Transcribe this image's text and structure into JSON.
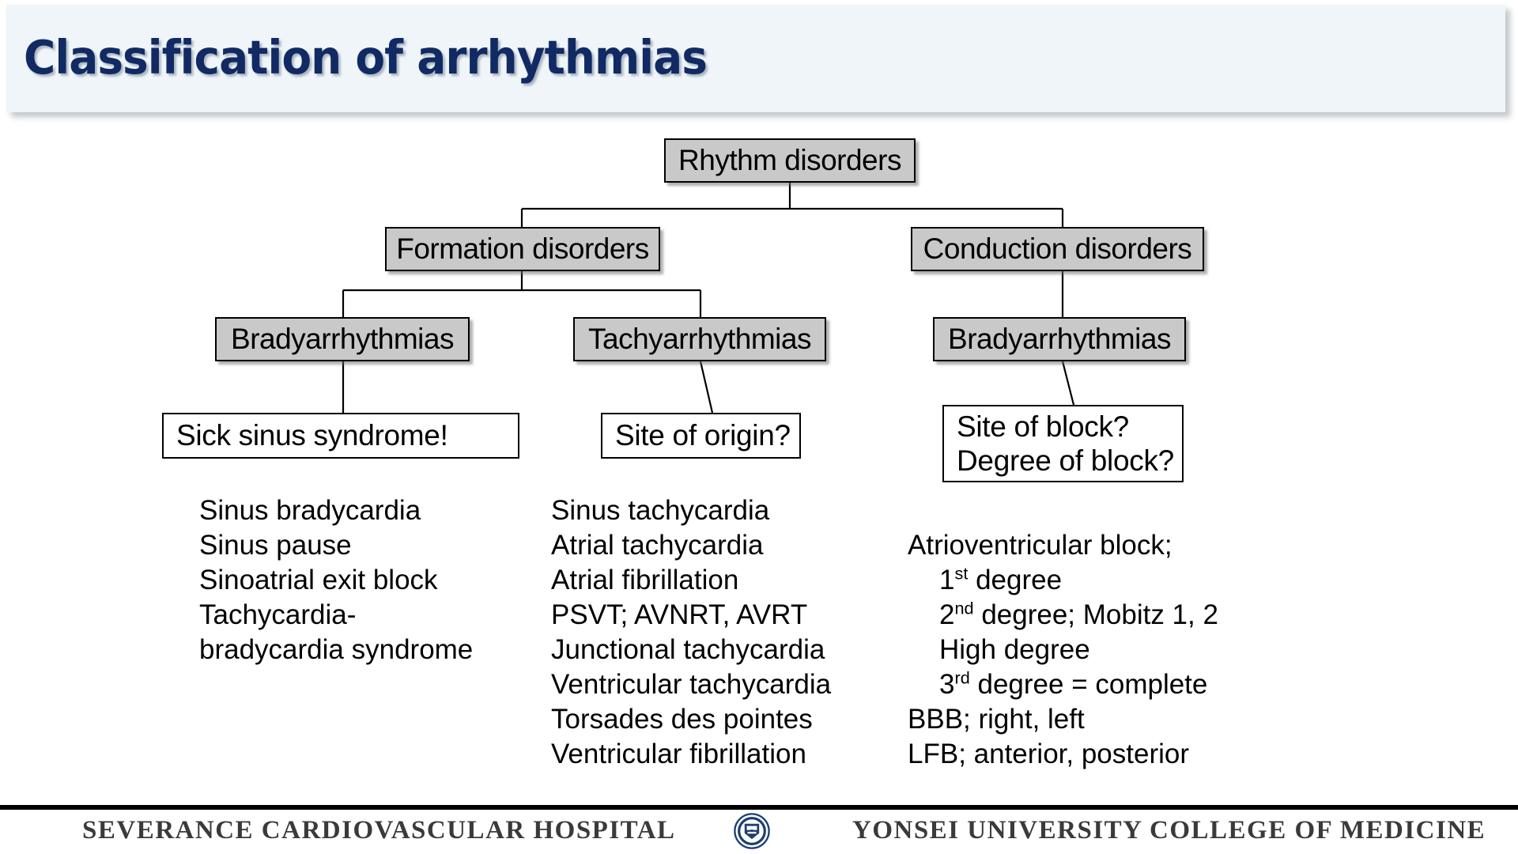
{
  "slide": {
    "title": "Classification of arrhythmias",
    "title_color": "#112a63",
    "banner_color": "#eff5f8",
    "node_fill_gray": "#c9c9c9",
    "node_fill_white": "#ffffff"
  },
  "flowchart": {
    "nodes": {
      "root": "Rhythm disorders",
      "formation": "Formation disorders",
      "conduction": "Conduction disorders",
      "brady_formation": "Bradyarrhythmias",
      "tachy_formation": "Tachyarrhythmias",
      "brady_conduction": "Bradyarrhythmias",
      "sick_sinus": "Sick sinus syndrome!",
      "site_of_origin": "Site of origin?",
      "site_of_block": "Site of block?",
      "degree_of_block": "Degree of block?"
    }
  },
  "columns": {
    "bradyarrhythmia_list": [
      "Sinus bradycardia",
      "Sinus pause",
      "Sinoatrial exit block",
      "Tachycardia-",
      "bradycardia syndrome"
    ],
    "tachyarrhythmia_list": [
      "Sinus tachycardia",
      "Atrial tachycardia",
      "Atrial fibrillation",
      "PSVT; AVNRT, AVRT",
      "Junctional tachycardia",
      "Ventricular tachycardia",
      "Torsades des pointes",
      "Ventricular fibrillation"
    ],
    "conduction_list": [
      {
        "text": "Atrioventricular block;",
        "indent": false
      },
      {
        "text": "1",
        "sup": "st",
        "rest": " degree",
        "indent": true
      },
      {
        "text": "2",
        "sup": "nd",
        "rest": " degree; Mobitz 1, 2",
        "indent": true
      },
      {
        "text": "High degree",
        "indent": true
      },
      {
        "text": "3",
        "sup": "rd",
        "rest": " degree = complete",
        "indent": true
      },
      {
        "text": "BBB; right, left",
        "indent": false
      },
      {
        "text": "LFB; anterior, posterior",
        "indent": false
      }
    ]
  },
  "footer": {
    "left": "SEVERANCE CARDIOVASCULAR HOSPITAL",
    "right": "YONSEI UNIVERSITY COLLEGE OF MEDICINE",
    "logo": "yonsei-university-seal-icon"
  }
}
